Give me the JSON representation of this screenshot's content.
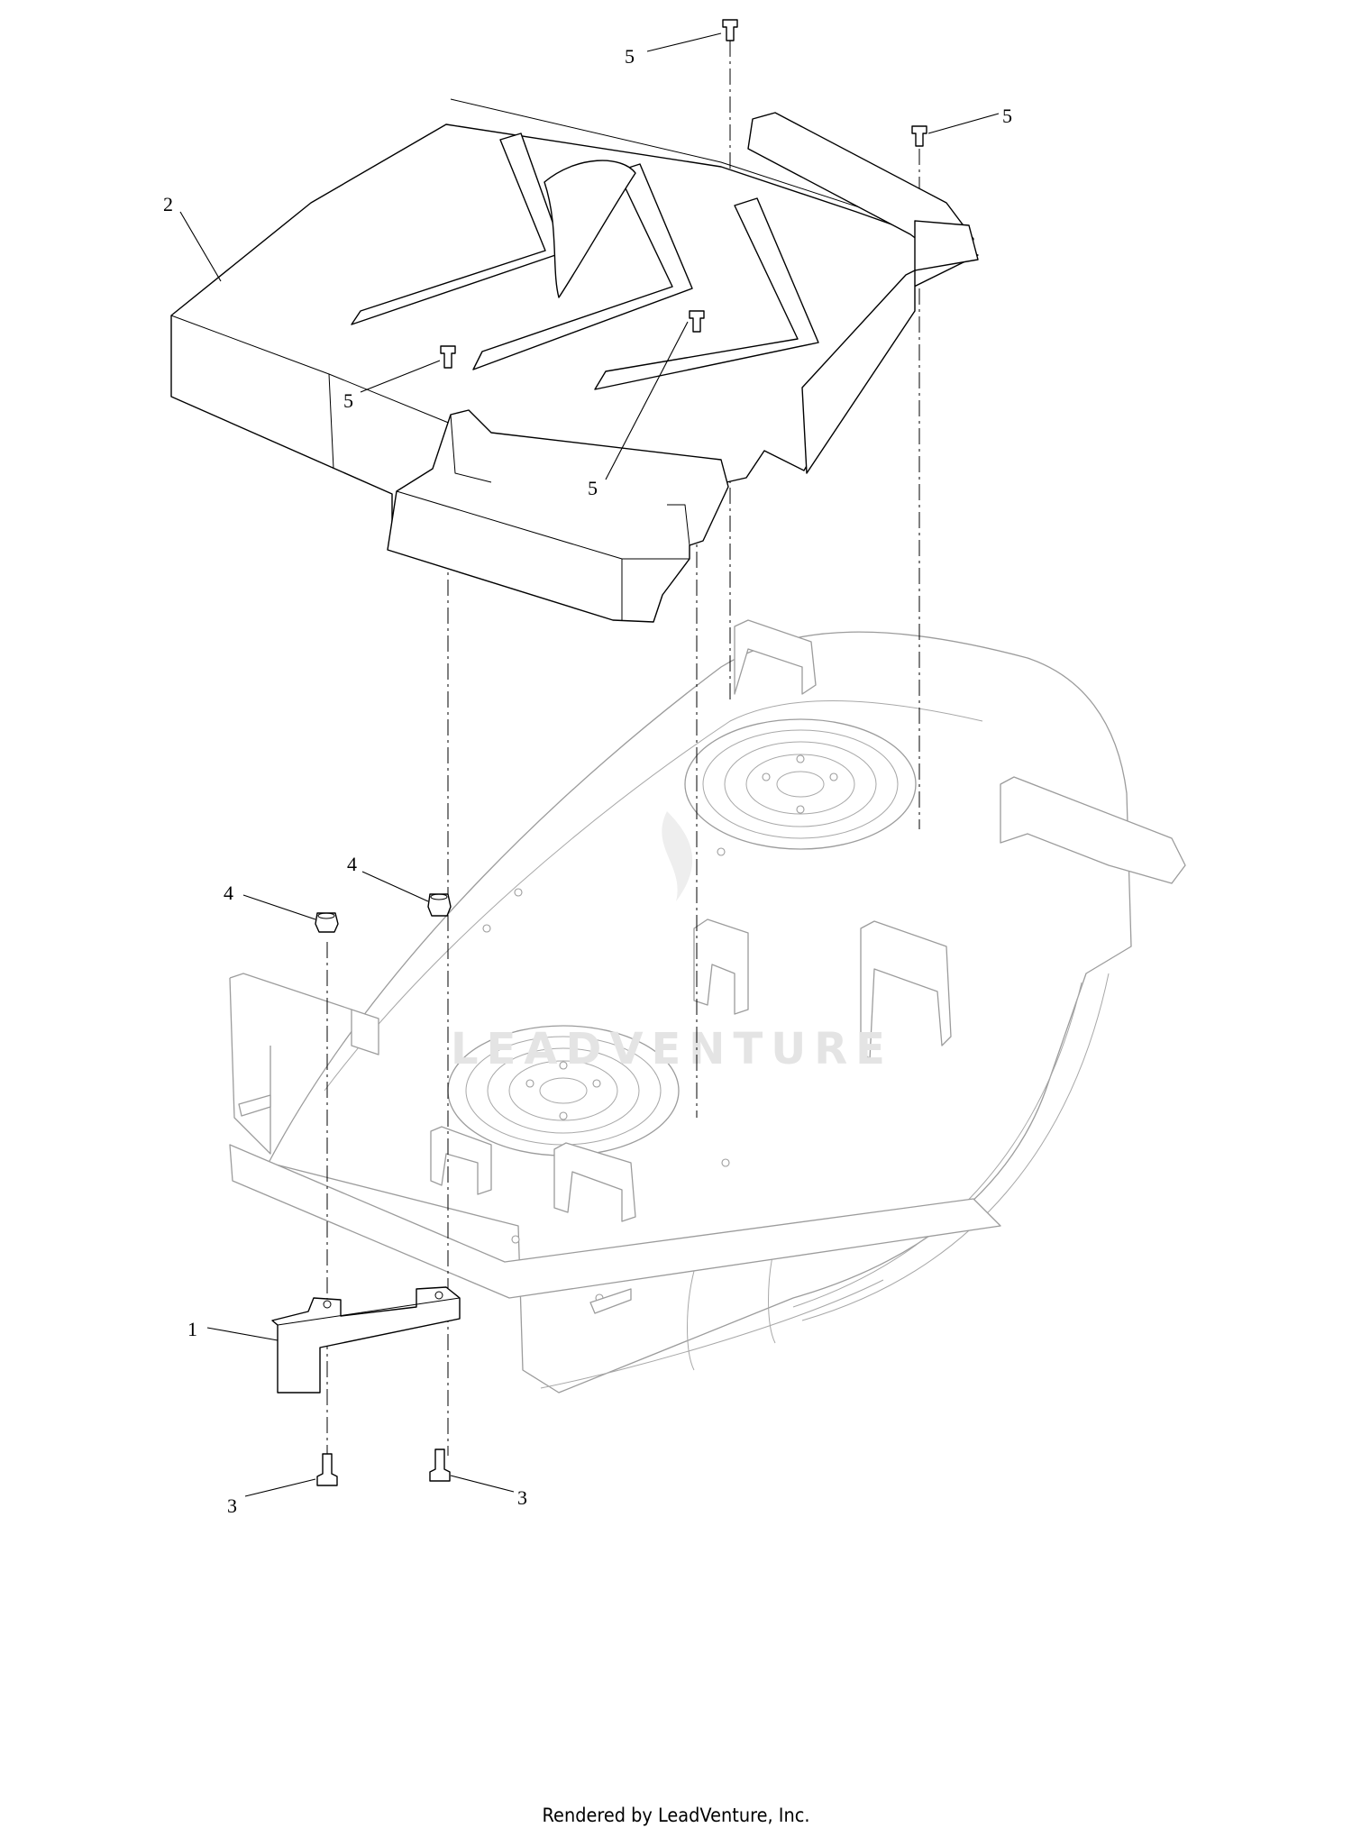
{
  "callouts": {
    "c1": "1",
    "c2": "2",
    "c3a": "3",
    "c3b": "3",
    "c4a": "4",
    "c4b": "4",
    "c5a": "5",
    "c5b": "5",
    "c5c": "5",
    "c5d": "5"
  },
  "watermark": "LEADVENTURE",
  "footer": "Rendered by LeadVenture, Inc."
}
